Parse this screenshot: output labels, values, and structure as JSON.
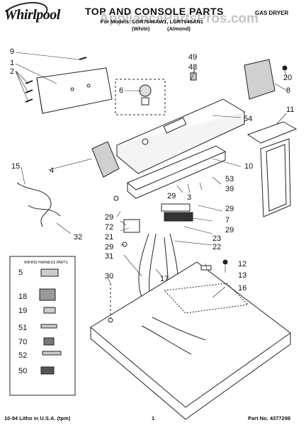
{
  "header": {
    "brand": "Whirlpool",
    "title": "TOP AND CONSOLE PARTS",
    "model_line": "For Models: LGR7646AW1, LGR7646AN1",
    "color_white": "(White)",
    "color_almond": "(Almond)",
    "appliance_type": "GAS DRYER",
    "watermark": "AppliancePartsPros.com"
  },
  "wiring_box": {
    "title": "WIRING HARNESS PARTS",
    "labels": [
      "5",
      "18",
      "19",
      "51",
      "70",
      "52",
      "50"
    ]
  },
  "callouts": [
    "9",
    "1",
    "2",
    "49",
    "48",
    "6",
    "20",
    "8",
    "54",
    "11",
    "15",
    "4",
    "53",
    "3",
    "39",
    "10",
    "29",
    "29",
    "29",
    "29",
    "72",
    "21",
    "29",
    "31",
    "32",
    "7",
    "23",
    "22",
    "12",
    "13",
    "16",
    "30",
    "17"
  ],
  "footer": {
    "left": "10-94 Litho in U.S.A. (tpm)",
    "page": "1",
    "part_no": "Part No. 4377298"
  }
}
